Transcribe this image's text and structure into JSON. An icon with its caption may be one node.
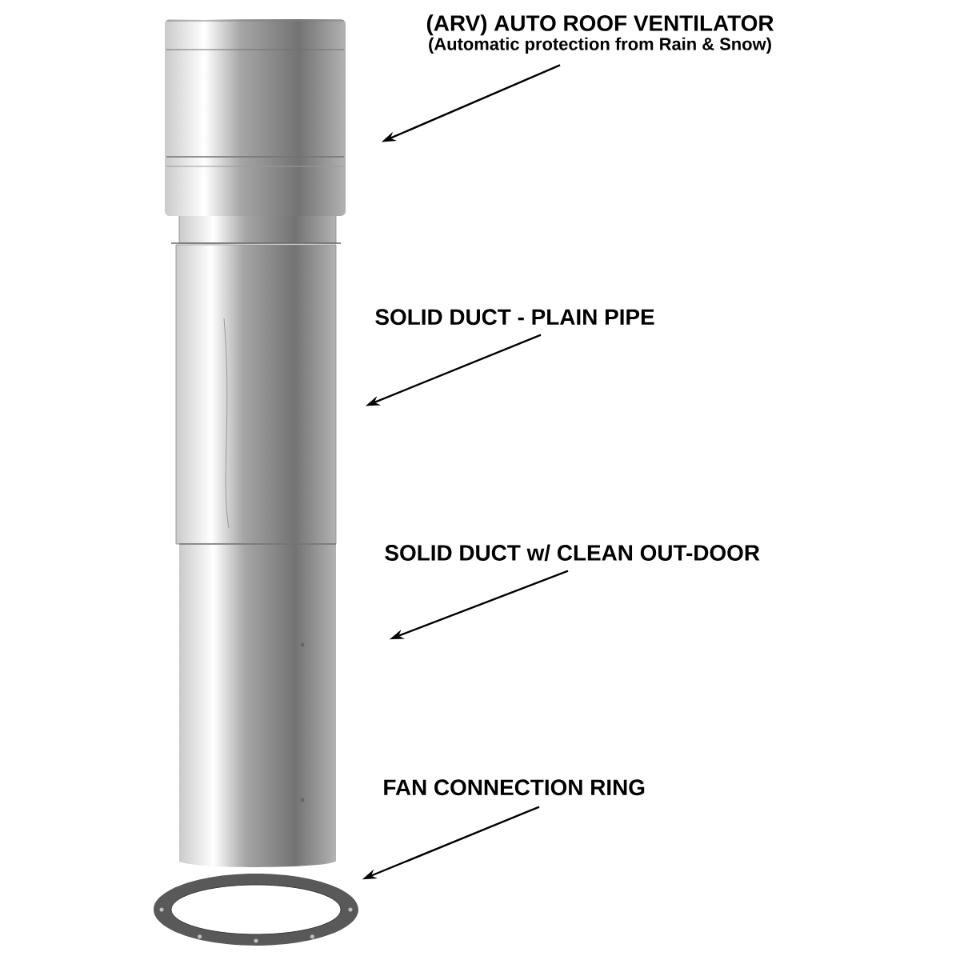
{
  "diagram": {
    "nodes": [
      {
        "text": [
          "(ARV) AUTO ROOF VENTILATOR",
          "(Automatic protection from Rain & Snow)"
        ]
      },
      {
        "text": [],
        "shape": "picture"
      },
      {
        "text": [
          "SOLID DUCT - PLAIN PIPE"
        ]
      },
      {
        "text": [],
        "shape": "picture"
      },
      {
        "text": [
          "SOLID DUCT w/ CLEAN OUT-DOOR"
        ]
      },
      {
        "text": [],
        "shape": "picture"
      },
      {
        "text": [
          "FAN CONNECTION RING"
        ]
      },
      {
        "text": [],
        "shape": "ring"
      }
    ],
    "edges": [
      {
        "from": 0,
        "to": 1,
        "arrow": "to"
      },
      {
        "from": 2,
        "to": 3,
        "arrow": "to"
      },
      {
        "from": 4,
        "to": 5,
        "arrow": "to"
      },
      {
        "from": 6,
        "to": 7,
        "arrow": "to"
      }
    ]
  }
}
